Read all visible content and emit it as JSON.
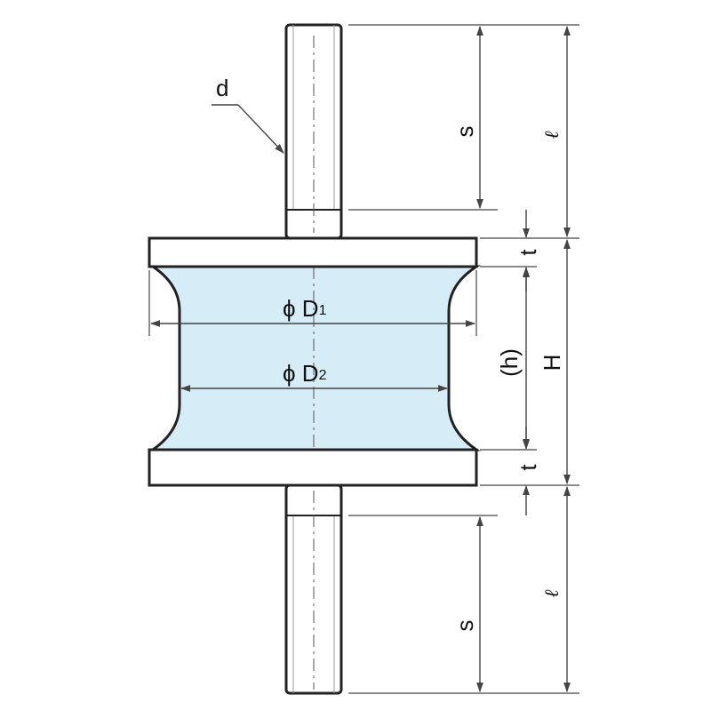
{
  "labels": {
    "d": "d",
    "s_top": "s",
    "s_bottom": "s",
    "l_top": "ℓ",
    "l_bottom": "ℓ",
    "t_top": "t",
    "t_bottom": "t",
    "h": "(h)",
    "H": "H",
    "D1_prefix": "ϕ D",
    "D1_sub": "1",
    "D2_prefix": "ϕ D",
    "D2_sub": "2"
  },
  "colors": {
    "rubber_fill": "#d6ecf7",
    "outline": "#222222",
    "plate_fill": "#ffffff",
    "dim_line": "#444444"
  }
}
